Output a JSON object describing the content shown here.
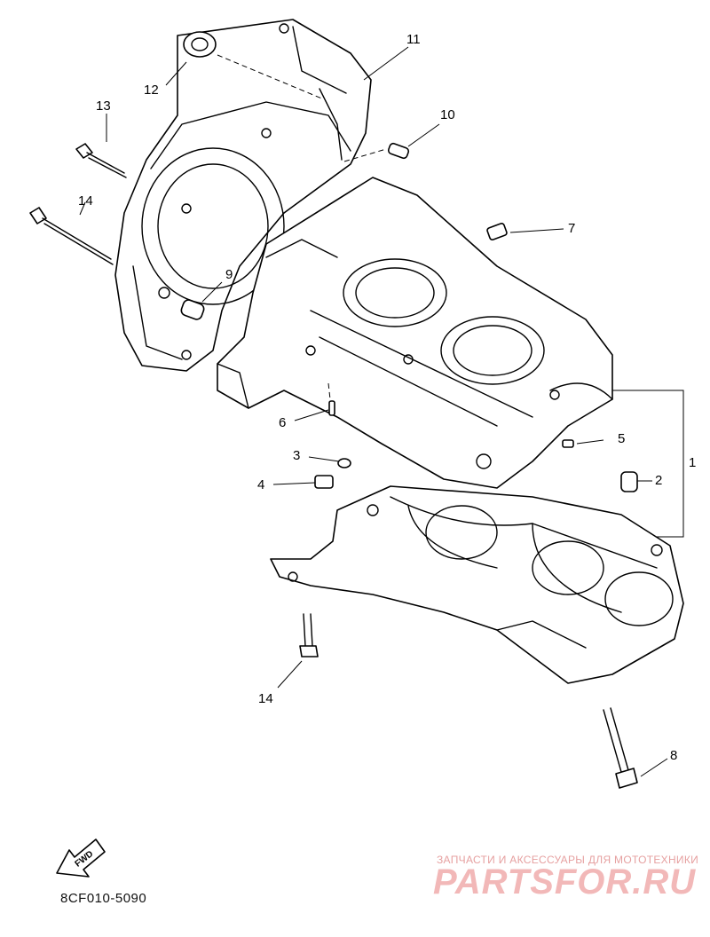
{
  "diagram": {
    "callouts": [
      "1",
      "2",
      "3",
      "4",
      "5",
      "6",
      "7",
      "8",
      "9",
      "10",
      "11",
      "12",
      "13",
      "14",
      "14"
    ],
    "fwd_label": "FWD",
    "part_code": "8CF010-5090"
  },
  "watermark": {
    "caption": "ЗАПЧАСТИ И АКСЕССУАРЫ ДЛЯ МОТОТЕХНИКИ",
    "brand": "PARTSFOR.RU"
  }
}
